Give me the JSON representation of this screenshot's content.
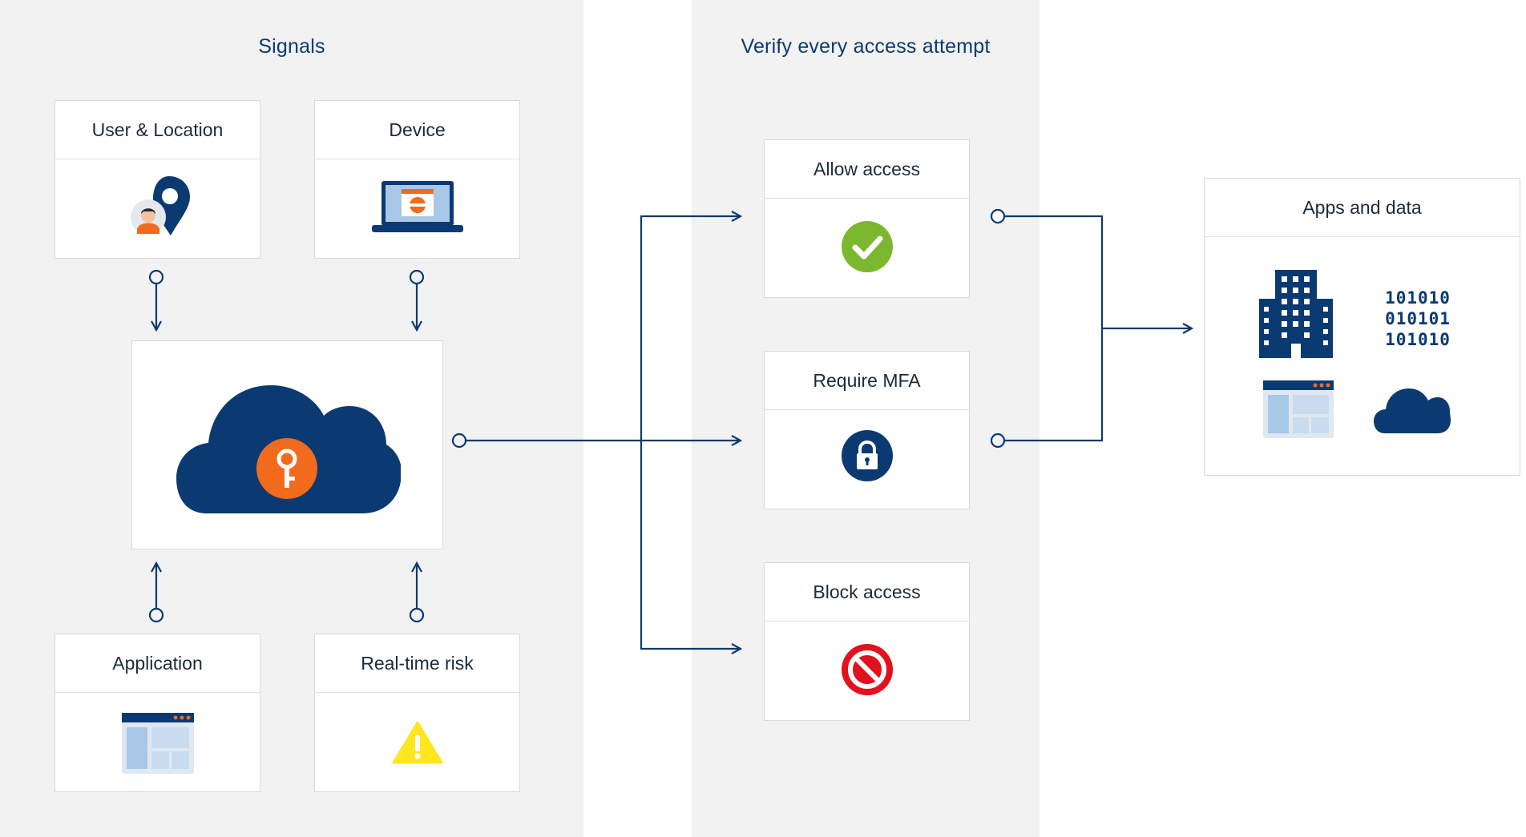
{
  "sections": {
    "signals_title": "Signals",
    "verify_title": "Verify every access attempt"
  },
  "signals": [
    {
      "label": "User & Location",
      "icon": "user-location-icon"
    },
    {
      "label": "Device",
      "icon": "laptop-icon"
    },
    {
      "label": "Application",
      "icon": "app-window-icon"
    },
    {
      "label": "Real-time risk",
      "icon": "warning-icon"
    }
  ],
  "center": {
    "icon": "cloud-key-icon"
  },
  "decisions": [
    {
      "label": "Allow access",
      "icon": "checkmark-icon"
    },
    {
      "label": "Require MFA",
      "icon": "lock-icon"
    },
    {
      "label": "Block access",
      "icon": "block-icon"
    }
  ],
  "target": {
    "label": "Apps and data",
    "binary_lines": [
      "101010",
      "010101",
      "101010"
    ],
    "icons": [
      "building-icon",
      "binary-data-icon",
      "app-window-icon",
      "cloud-icon"
    ]
  },
  "colors": {
    "navy": "#0b3a72",
    "panel_gray": "#f2f2f2",
    "accent_orange": "#f26a1b",
    "allow_green": "#7cb82f",
    "block_red": "#e3101e",
    "warning_yellow": "#ffe61e",
    "light_blue": "#a9c8e8"
  }
}
